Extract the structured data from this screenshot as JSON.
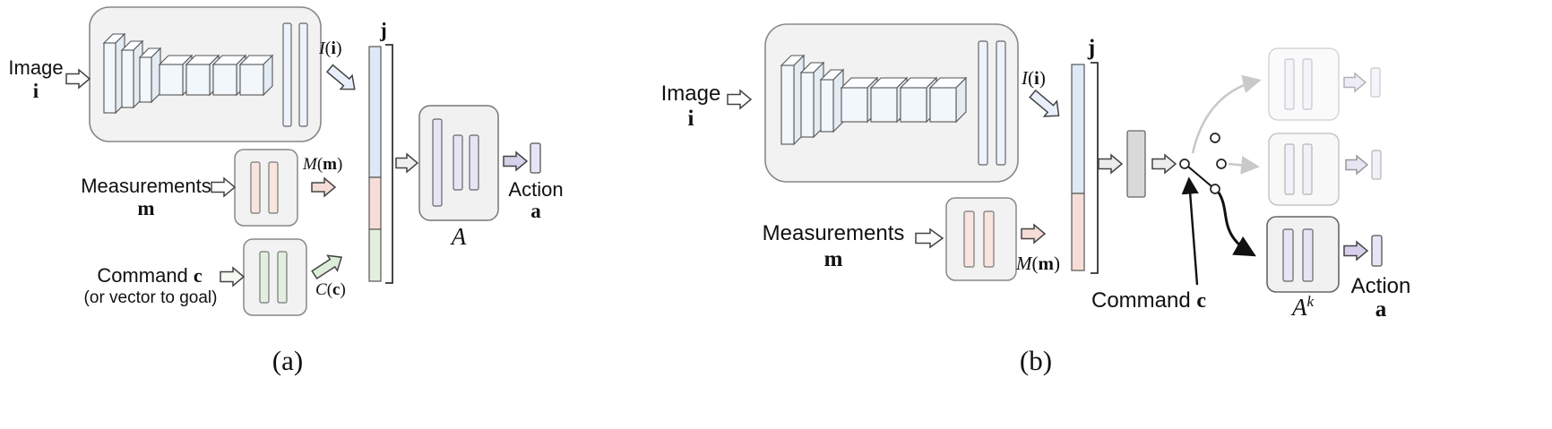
{
  "panel_a": {
    "caption": "(a)",
    "image_label": "Image",
    "image_var": "i",
    "image_fn": {
      "fn": "I",
      "open": "(",
      "arg": "i",
      "close": ")"
    },
    "measurements_label": "Measurements",
    "measurements_var": "m",
    "measurements_fn": {
      "fn": "M",
      "open": "(",
      "arg": "m",
      "close": ")"
    },
    "command_label": "Command",
    "command_var": "c",
    "command_note": "(or vector to goal)",
    "command_fn": {
      "fn": "C",
      "open": "(",
      "arg": "c",
      "close": ")"
    },
    "joint_var": "j",
    "module_label": "A",
    "action_label": "Action",
    "action_var": "a"
  },
  "panel_b": {
    "caption": "(b)",
    "image_label": "Image",
    "image_var": "i",
    "image_fn": {
      "fn": "I",
      "open": "(",
      "arg": "i",
      "close": ")"
    },
    "measurements_label": "Measurements",
    "measurements_var": "m",
    "measurements_fn": {
      "fn": "M",
      "open": "(",
      "arg": "m",
      "close": ")"
    },
    "command_label": "Command",
    "command_var": "c",
    "joint_var": "j",
    "module_label": "A",
    "module_sup": "k",
    "action_label": "Action",
    "action_var": "a"
  },
  "colors": {
    "image_feature": "#dfe8f6",
    "measurement_feature": "#f7ddd8",
    "command_feature": "#e2efdf",
    "action_feature": "#e9e4f5",
    "module_background": "#f2f2f2",
    "intermediate_gray": "#d9d9d9"
  }
}
